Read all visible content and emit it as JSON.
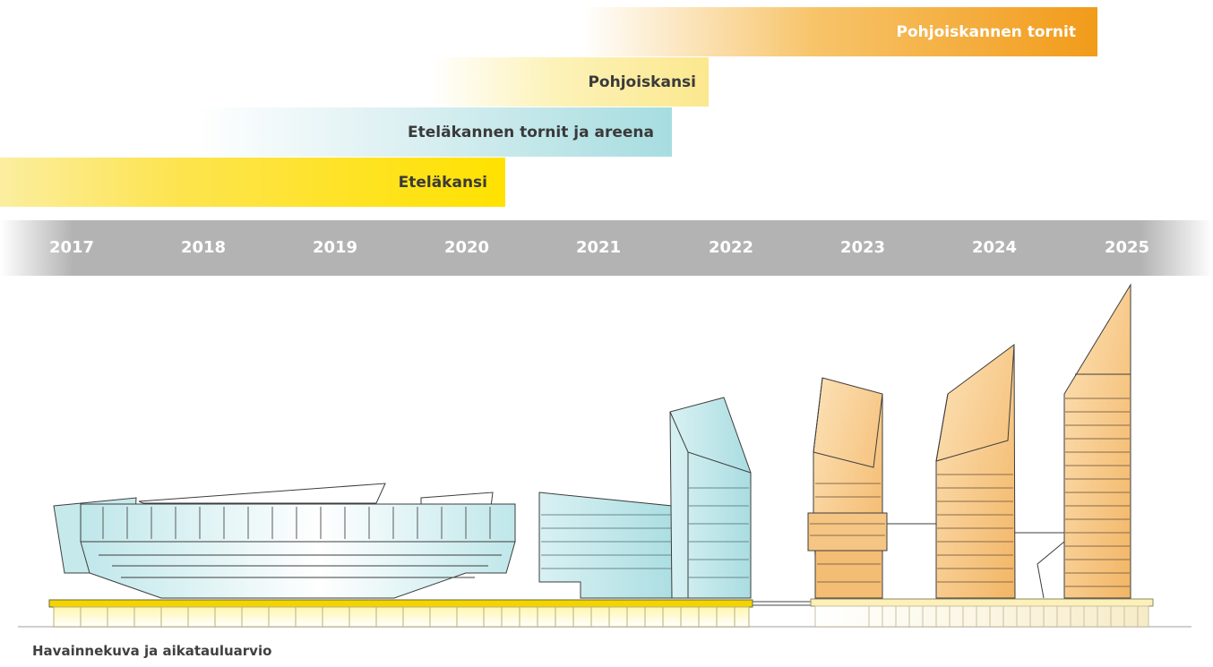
{
  "phases": [
    {
      "label": "Pohjoiskannen tornit",
      "color": "#f29b1a"
    },
    {
      "label": "Pohjoiskansi",
      "color": "#fbe88e"
    },
    {
      "label": "Eteläkannen tornit ja areena",
      "color": "#a7dde0"
    },
    {
      "label": "Eteläkansi",
      "color": "#ffe200"
    }
  ],
  "years": [
    "2017",
    "2018",
    "2019",
    "2020",
    "2021",
    "2022",
    "2023",
    "2024",
    "2025"
  ],
  "caption": "Havainnekuva ja aikatauluarvio"
}
